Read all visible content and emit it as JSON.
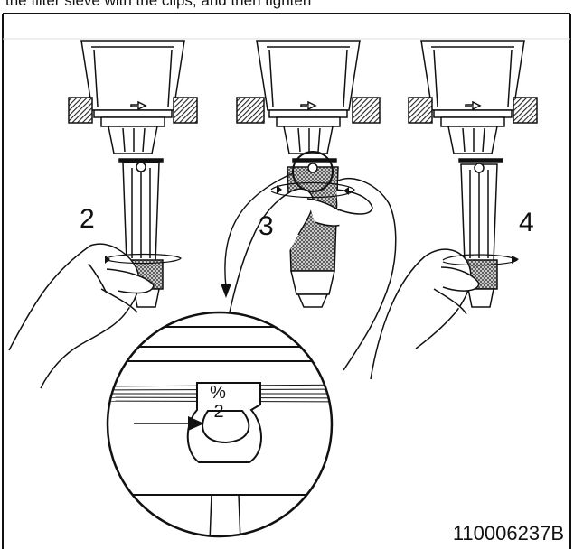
{
  "header_text": "the filter sieve with the clips, and then tighten",
  "steps": [
    {
      "number": "2"
    },
    {
      "number": "3"
    },
    {
      "number": "4"
    }
  ],
  "detail": {
    "marking_top": "%",
    "marking_bottom": "2"
  },
  "figure_id": "110006237B",
  "colors": {
    "line": "#111111",
    "background": "#ffffff"
  }
}
